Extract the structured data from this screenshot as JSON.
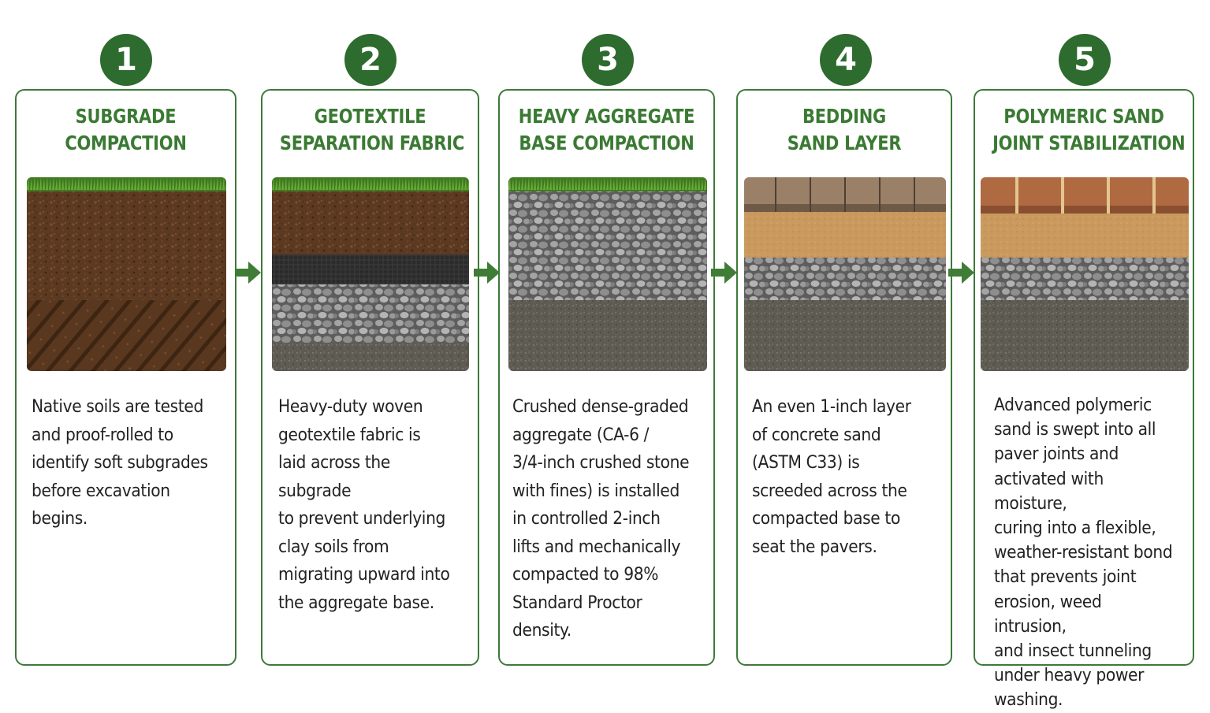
{
  "colors": {
    "accent": "#3d7a3a",
    "badge": "#2e6b2e",
    "title": "#3a7a33",
    "arrow": "#3f7d36"
  },
  "steps": [
    {
      "number": "1",
      "title_line1": "SUBGRADE",
      "title_line2": "COMPACTION",
      "description": "Native soils are tested\nand proof-rolled to\nidentify soft subgrades\nbefore excavation\nbegins."
    },
    {
      "number": "2",
      "title_line1": "GEOTEXTILE",
      "title_line2": "SEPARATION FABRIC",
      "description": "Heavy-duty woven\ngeotextile fabric is\nlaid across the subgrade\nto prevent underlying\nclay soils from\nmigrating upward into\nthe aggregate base."
    },
    {
      "number": "3",
      "title_line1": "HEAVY AGGREGATE",
      "title_line2": "BASE COMPACTION",
      "description": "Crushed dense-graded\naggregate (CA-6 /\n3/4-inch crushed stone\nwith fines) is installed\nin controlled 2-inch\nlifts and mechanically\ncompacted to 98%\nStandard Proctor\ndensity."
    },
    {
      "number": "4",
      "title_line1": "BEDDING",
      "title_line2": "SAND LAYER",
      "description": "An even 1-inch layer\nof concrete sand\n(ASTM C33) is\nscreeded across the\ncompacted base to\nseat the pavers."
    },
    {
      "number": "5",
      "title_line1": "POLYMERIC SAND",
      "title_line2": "JOINT STABILIZATION",
      "description": "Advanced polymeric\nsand is swept into all\npaver joints and\nactivated with moisture,\ncuring into a flexible,\nweather-resistant bond\nthat prevents joint\nerosion, weed intrusion,\nand insect tunneling\nunder heavy power\nwashing."
    }
  ]
}
